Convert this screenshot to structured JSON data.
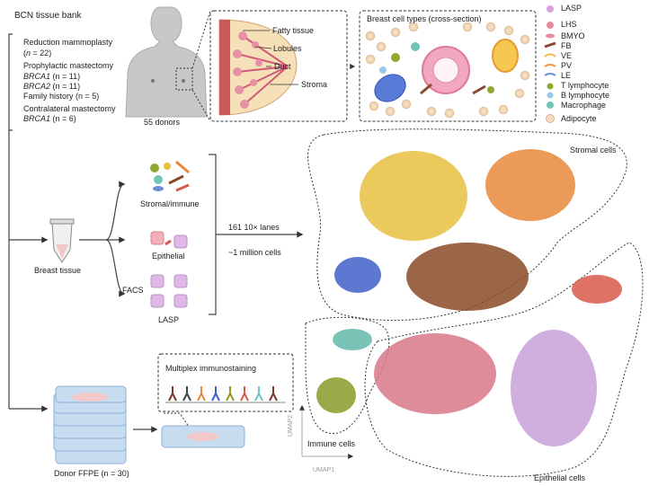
{
  "cohort": {
    "bank": "BCN tissue bank",
    "reduction_title": "Reduction mammoplasty",
    "reduction_n_pre": "(",
    "reduction_n_italic": "n",
    "reduction_n_post": " = 22)",
    "prophylactic_title": "Prophylactic mastectomy",
    "brca1_gene": "BRCA1",
    "brca1_count": " (n = 11)",
    "brca2_gene": "BRCA2",
    "brca2_count": " (n = 11)",
    "family_history": "Family history (n = 5)",
    "contralateral_title": "Contralateral mastectomy",
    "brca1c_gene": "BRCA1",
    "brca1c_count": " (n = 6)"
  },
  "donors_label": "55 donors",
  "anatomy": {
    "fatty": "Fatty tissue",
    "lobules": "Lobules",
    "duct": "Duct",
    "stroma": "Stroma"
  },
  "cell_types": {
    "title": "Breast cell types (cross-section)",
    "legend": [
      "LASP",
      "LHS",
      "BMYO",
      "FB",
      "VE",
      "PV",
      "LE",
      "T lymphocyte",
      "B lymphocyte",
      "Macrophage",
      "Adipocyte"
    ],
    "colors": [
      "#d9a0e0",
      "#e98a9a",
      "#e98a9a",
      "#8a4a30",
      "#f2b84a",
      "#f29a4a",
      "#6b8fd8",
      "#8fa830",
      "#9ac8e8",
      "#6fc6b8",
      "#f6dcc0"
    ]
  },
  "workflow": {
    "breast_tissue": "Breast tissue",
    "stromal_immune": "Stromal/immune",
    "epithelial": "Epithelial",
    "facs": "FACS",
    "lasp": "LASP",
    "lanes": "161 10× lanes",
    "cells": "~1 million cells"
  },
  "ffpe": {
    "immunostaining": "Multiplex immunostaining",
    "donor_label": "Donor FFPE (n = 30)"
  },
  "umap": {
    "stromal_label": "Stromal cells",
    "immune_label": "Immune cells",
    "epithelial_label": "Epithelial cells",
    "xlabel": "UMAP1",
    "ylabel": "UMAP2",
    "cluster_colors": {
      "fibroblast": "#e8c040",
      "pericyte": "#e8883a",
      "endothelial": "#8a4a28",
      "lymphatic": "#4060c8",
      "adipo": "#d85a4a",
      "lhs": "#d87888",
      "lasp": "#c8a0d8",
      "tcell": "#8a9a28",
      "bcell": "#60b8a8"
    }
  }
}
